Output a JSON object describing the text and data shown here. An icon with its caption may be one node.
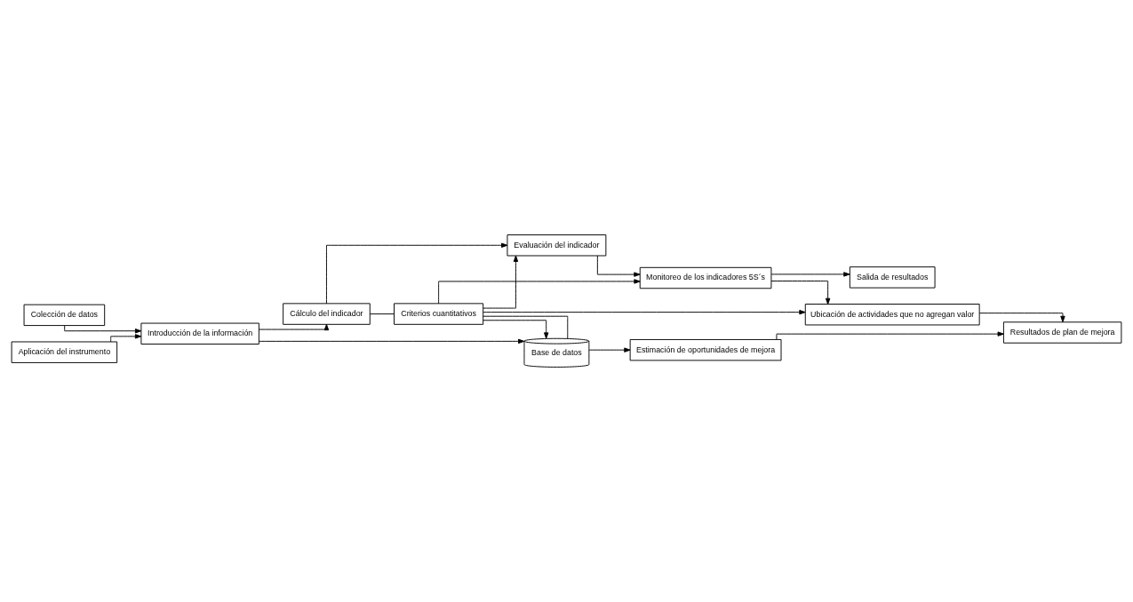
{
  "diagram": {
    "nodes": [
      {
        "text": [
          "Colección de datos"
        ]
      },
      {
        "text": [
          "Aplicación del instrumento"
        ]
      },
      {
        "text": [
          "Introducción de la información"
        ]
      },
      {
        "text": [
          "Cálculo del indicador"
        ]
      },
      {
        "text": [
          "Evaluación del indicador"
        ]
      },
      {
        "text": [
          "Criterios cuantitativos"
        ]
      },
      {
        "text": [
          "Monitoreo de los indicadores 5S´s"
        ]
      },
      {
        "text": [
          "Salida de resultados"
        ]
      },
      {
        "text": [
          "Ubicación de actividades que no agregan valor"
        ]
      },
      {
        "text": [
          "Base de datos"
        ]
      },
      {
        "text": [
          "Estimación de oportunidades de mejora"
        ]
      },
      {
        "text": [
          "Resultados de plan de mejora"
        ]
      }
    ],
    "edges": [
      {
        "from": 0,
        "to": 2,
        "arrow": "to"
      },
      {
        "from": 1,
        "to": 2,
        "arrow": "to"
      },
      {
        "from": 2,
        "to": 3,
        "arrow": "to"
      },
      {
        "from": 3,
        "to": 4,
        "arrow": "to"
      },
      {
        "from": 4,
        "to": 6,
        "arrow": "to"
      },
      {
        "from": 3,
        "to": 5,
        "arrow": "none"
      },
      {
        "from": 5,
        "to": 4,
        "arrow": "to"
      },
      {
        "from": 5,
        "to": 6,
        "arrow": "to"
      },
      {
        "from": 6,
        "to": 7,
        "arrow": "to"
      },
      {
        "from": 6,
        "to": 8,
        "arrow": "to"
      },
      {
        "from": 2,
        "to": 9,
        "arrow": "to"
      },
      {
        "from": 5,
        "to": 9,
        "arrow": "to"
      },
      {
        "from": 9,
        "to": 5,
        "arrow": "none"
      },
      {
        "from": 5,
        "to": 8,
        "arrow": "to"
      },
      {
        "from": 9,
        "to": 10,
        "arrow": "to"
      },
      {
        "from": 8,
        "to": 11,
        "arrow": "to"
      },
      {
        "from": 10,
        "to": 11,
        "arrow": "to"
      }
    ]
  }
}
